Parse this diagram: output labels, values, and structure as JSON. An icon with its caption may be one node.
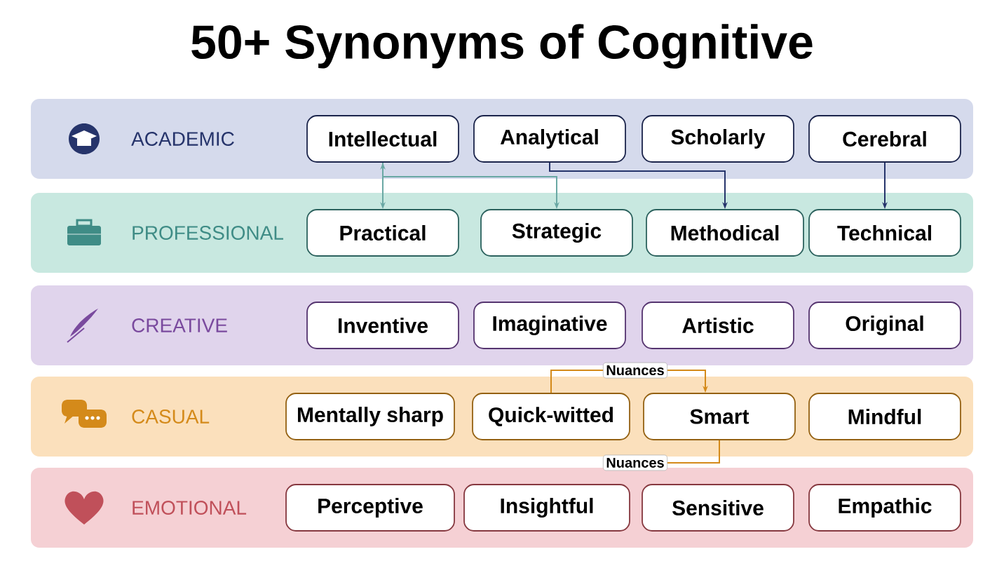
{
  "diagram": {
    "title": "50+ Synonyms of Cognitive",
    "nodes": [
      {
        "text": [
          "ACADEMIC"
        ]
      },
      {
        "text": [
          "Intellectual"
        ],
        "in": 0
      },
      {
        "text": [
          "Analytical"
        ],
        "in": 0
      },
      {
        "text": [
          "Scholarly"
        ],
        "in": 0
      },
      {
        "text": [
          "Cerebral"
        ],
        "in": 0
      },
      {
        "text": [
          "PROFESSIONAL"
        ]
      },
      {
        "text": [
          "Practical"
        ],
        "in": 5
      },
      {
        "text": [
          "Strategic"
        ],
        "in": 5
      },
      {
        "text": [
          "Methodical"
        ],
        "in": 5
      },
      {
        "text": [
          "Technical"
        ],
        "in": 5
      },
      {
        "text": [
          "CREATIVE"
        ]
      },
      {
        "text": [
          "Inventive"
        ],
        "in": 10
      },
      {
        "text": [
          "Imaginative"
        ],
        "in": 10
      },
      {
        "text": [
          "Artistic"
        ],
        "in": 10
      },
      {
        "text": [
          "Original"
        ],
        "in": 10
      },
      {
        "text": [
          "CASUAL"
        ]
      },
      {
        "text": [
          "Mentally sharp"
        ],
        "in": 15
      },
      {
        "text": [
          "Quick-witted"
        ],
        "in": 15
      },
      {
        "text": [
          "Smart"
        ],
        "in": 15
      },
      {
        "text": [
          "Mindful"
        ],
        "in": 15
      },
      {
        "text": [
          "EMOTIONAL"
        ]
      },
      {
        "text": [
          "Perceptive"
        ],
        "in": 20
      },
      {
        "text": [
          "Insightful"
        ],
        "in": 20
      },
      {
        "text": [
          "Sensitive"
        ],
        "in": 20
      },
      {
        "text": [
          "Empathic"
        ],
        "in": 20
      }
    ],
    "edges": [
      {
        "from": 6,
        "to": 1,
        "arrow": "both",
        "color": "#6aa8a4"
      },
      {
        "from": 1,
        "to": 7,
        "arrow": "to",
        "color": "#6aa8a4"
      },
      {
        "from": 2,
        "to": 8,
        "arrow": "to",
        "color": "#26346b"
      },
      {
        "from": 4,
        "to": 9,
        "arrow": "to",
        "color": "#26346b"
      },
      {
        "from": 17,
        "to": 18,
        "arrow": "to",
        "label": "Nuances",
        "color": "#d48a1a"
      },
      {
        "from": 18,
        "to": null,
        "arrow": "none",
        "label": "Nuances",
        "color": "#d48a1a"
      }
    ]
  }
}
